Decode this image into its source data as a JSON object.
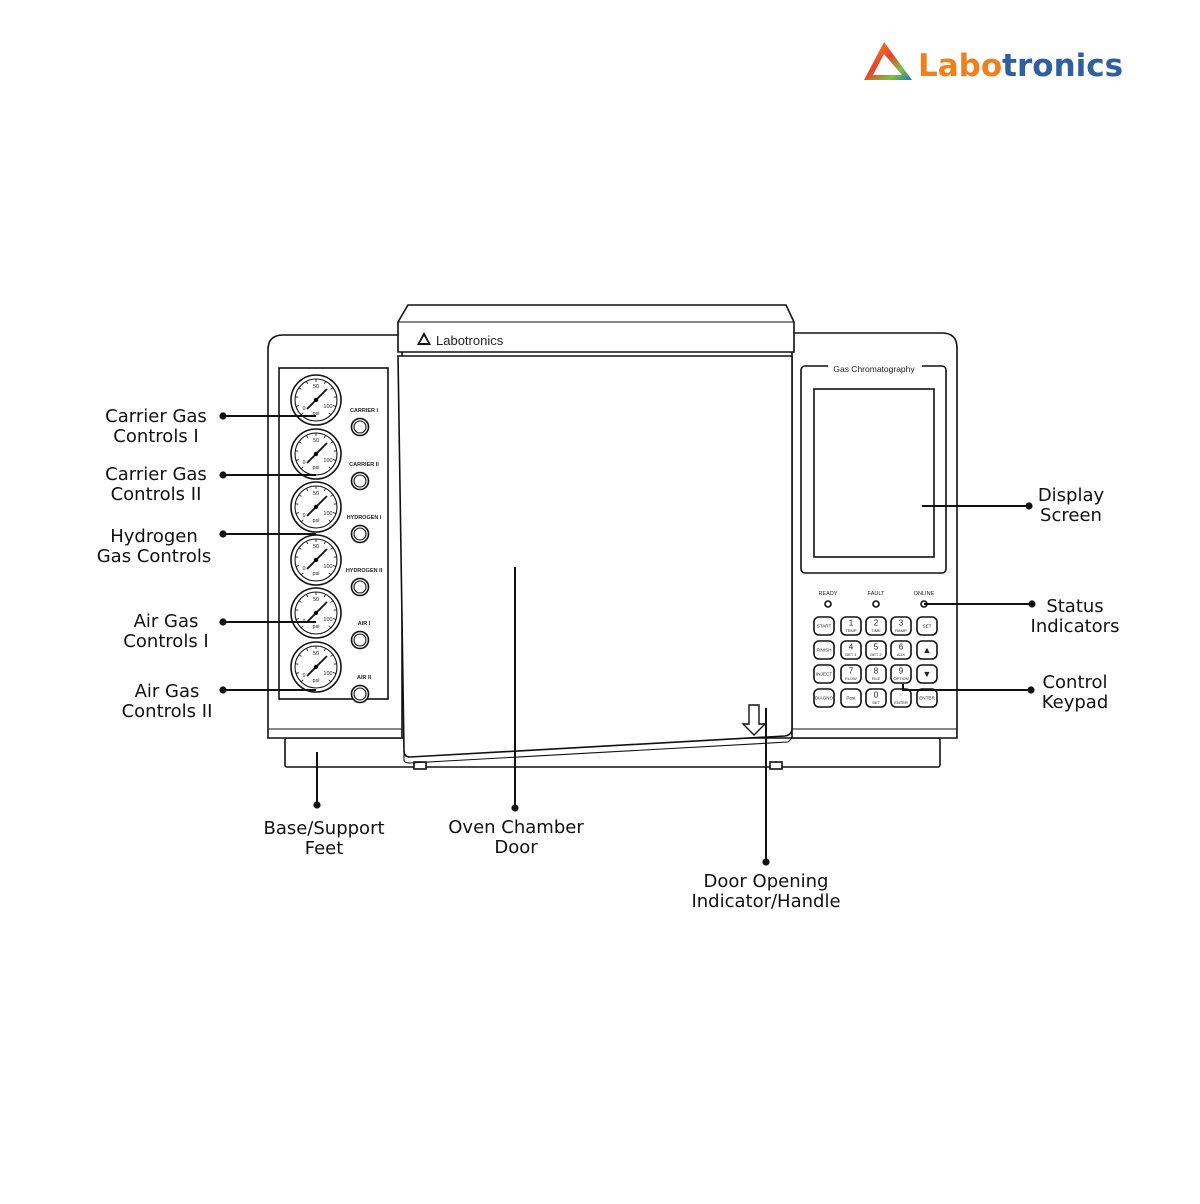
{
  "brand": {
    "logo_text_orange": "Labo",
    "logo_text_blue": "tronics",
    "logo_colors": [
      "#e8412a",
      "#f5a623",
      "#7cc242",
      "#2a6fb8"
    ],
    "text_orange": "#f07f1d",
    "text_blue": "#2f5f9e"
  },
  "instrument": {
    "oven_brand": "Labotronics",
    "display_caption": "Gas Chromatography",
    "gauges": [
      {
        "label": "CARRIER I",
        "scale_mid": "50",
        "scale_max": "100",
        "scale_min": "0",
        "unit": "psi"
      },
      {
        "label": "CARRIER II",
        "scale_mid": "50",
        "scale_max": "100",
        "scale_min": "0",
        "unit": "psi"
      },
      {
        "label": "HYDROGEN I",
        "scale_mid": "50",
        "scale_max": "100",
        "scale_min": "0",
        "unit": "psi"
      },
      {
        "label": "HYDROGEN II",
        "scale_mid": "50",
        "scale_max": "100",
        "scale_min": "0",
        "unit": "psi"
      },
      {
        "label": "AIR I",
        "scale_mid": "50",
        "scale_max": "100",
        "scale_min": "0",
        "unit": "psi"
      },
      {
        "label": "AIR II",
        "scale_mid": "50",
        "scale_max": "100",
        "scale_min": "0",
        "unit": "psi"
      }
    ],
    "status_leds": [
      "READY",
      "FAULT",
      "ONLINE"
    ],
    "keypad": [
      [
        {
          "main": "START",
          "sub": ""
        },
        {
          "main": "1",
          "sub": "TEMP"
        },
        {
          "main": "2",
          "sub": "TIME"
        },
        {
          "main": "3",
          "sub": "RAMP"
        },
        {
          "main": "SET",
          "sub": ""
        }
      ],
      [
        {
          "main": "FINISH",
          "sub": ""
        },
        {
          "main": "4",
          "sub": "DET 1"
        },
        {
          "main": "5",
          "sub": "DET 2"
        },
        {
          "main": "6",
          "sub": "AUX"
        },
        {
          "main": "▲",
          "sub": ""
        }
      ],
      [
        {
          "main": "INJECT",
          "sub": ""
        },
        {
          "main": "7",
          "sub": "FLOW"
        },
        {
          "main": "8",
          "sub": "FILE"
        },
        {
          "main": "9",
          "sub": "OPTION"
        },
        {
          "main": "▼",
          "sub": ""
        }
      ],
      [
        {
          "main": "DIAGNO",
          "sub": ""
        },
        {
          "main": "Post",
          "sub": ""
        },
        {
          "main": "0",
          "sub": "SET"
        },
        {
          "main": "·",
          "sub": "ENTER"
        },
        {
          "main": "ENTER",
          "sub": ""
        }
      ]
    ],
    "door_arrow_icon": "arrow-down-icon"
  },
  "callouts": {
    "carrier1": [
      "Carrier Gas",
      "Controls I"
    ],
    "carrier2": [
      "Carrier Gas",
      "Controls II"
    ],
    "hydrogen": [
      "Hydrogen",
      "Gas Controls"
    ],
    "air1": [
      "Air Gas",
      "Controls I"
    ],
    "air2": [
      "Air Gas",
      "Controls II"
    ],
    "base": [
      "Base/Support",
      "Feet"
    ],
    "oven": [
      "Oven Chamber",
      "Door"
    ],
    "door_handle": [
      "Door Opening",
      "Indicator/Handle"
    ],
    "display": [
      "Display",
      "Screen"
    ],
    "status": [
      "Status",
      "Indicators"
    ],
    "keypad": [
      "Control",
      "Keypad"
    ]
  }
}
